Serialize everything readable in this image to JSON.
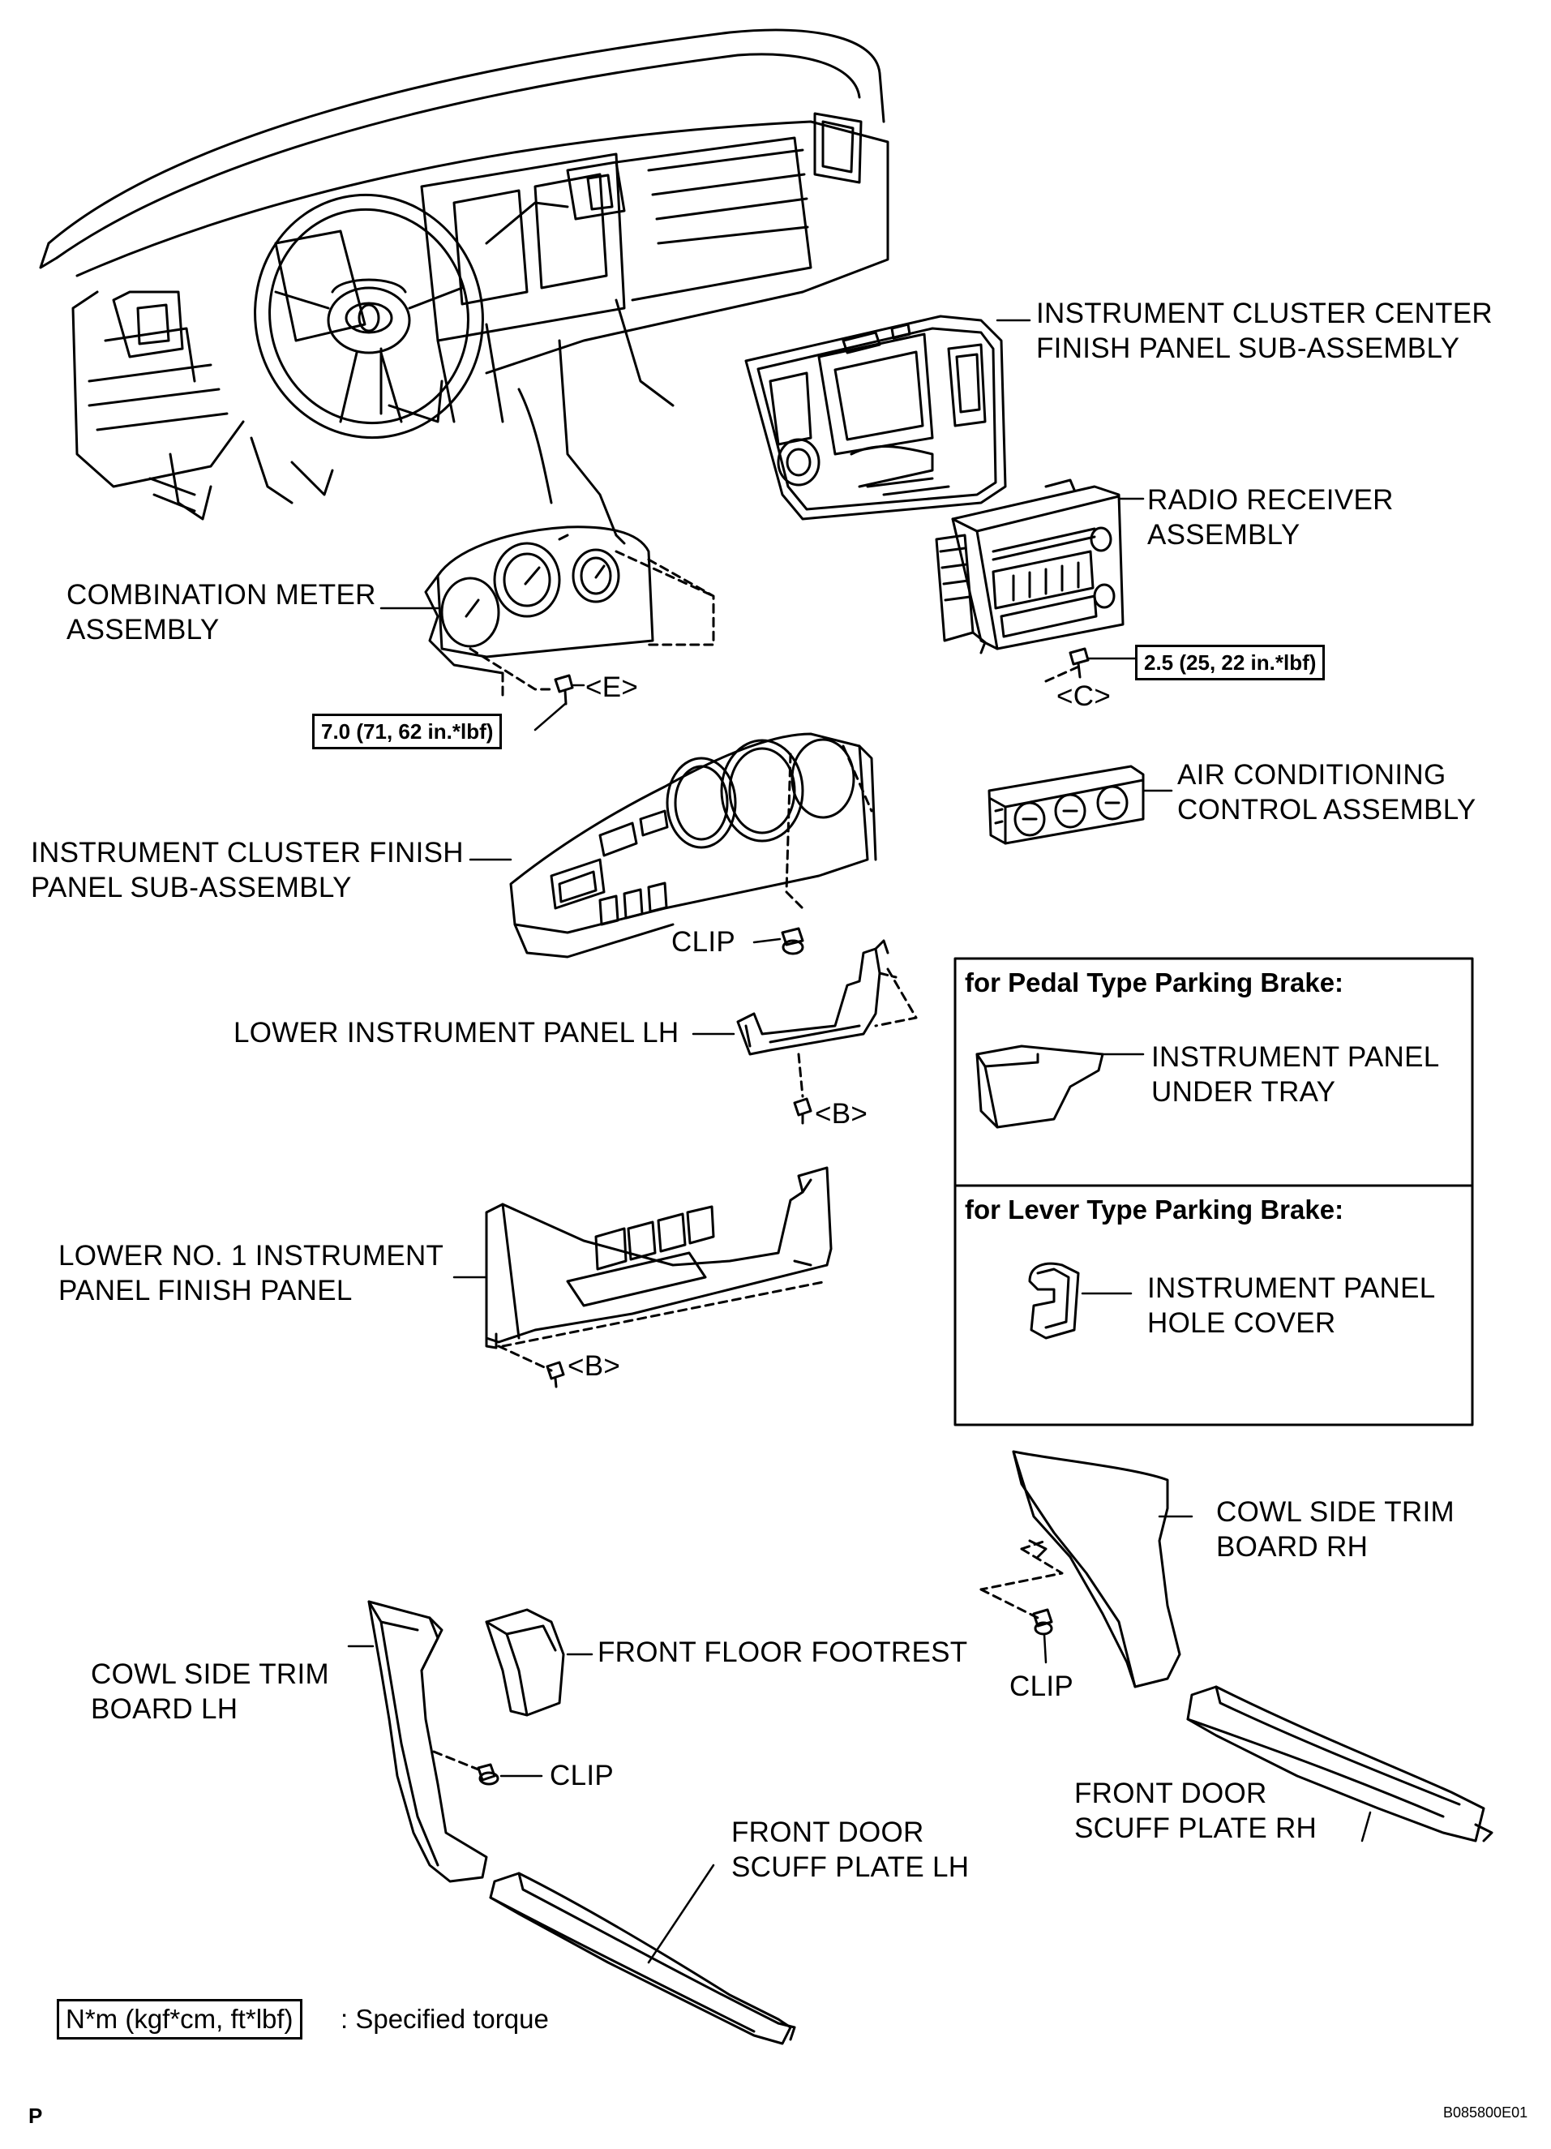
{
  "labels": {
    "cluster_center": "INSTRUMENT CLUSTER CENTER\nFINISH PANEL SUB-ASSEMBLY",
    "radio": "RADIO RECEIVER\nASSEMBLY",
    "combination_meter": "COMBINATION METER\nASSEMBLY",
    "air_conditioning": "AIR CONDITIONING\nCONTROL ASSEMBLY",
    "cluster_finish": "INSTRUMENT CLUSTER FINISH\nPANEL SUB-ASSEMBLY",
    "clip_1": "CLIP",
    "lower_panel_lh": "LOWER INSTRUMENT PANEL LH",
    "lower_no1": "LOWER NO. 1 INSTRUMENT\nPANEL FINISH PANEL",
    "under_tray": "INSTRUMENT PANEL\nUNDER TRAY",
    "hole_cover": "INSTRUMENT PANEL\nHOLE COVER",
    "cowl_rh": "COWL SIDE TRIM\nBOARD RH",
    "clip_rh": "CLIP",
    "footrest": "FRONT FLOOR FOOTREST",
    "cowl_lh": "COWL SIDE TRIM\nBOARD LH",
    "clip_lh": "CLIP",
    "scuff_rh": "FRONT DOOR\nSCUFF PLATE RH",
    "scuff_lh": "FRONT DOOR\nSCUFF PLATE LH"
  },
  "fasteners": {
    "e": "<E>",
    "c": "<C>",
    "b1": "<B>",
    "b2": "<B>"
  },
  "torques": {
    "meter": "7.0 (71, 62 in.*lbf)",
    "radio": "2.5 (25, 22 in.*lbf)"
  },
  "inset": {
    "pedal_heading": "for Pedal Type Parking Brake:",
    "lever_heading": "for Lever Type Parking Brake:"
  },
  "legend": {
    "unit": "N*m (kgf*cm, ft*lbf)",
    "meaning": ": Specified torque"
  },
  "footer": {
    "page_letter": "P",
    "figure_code": "B085800E01"
  }
}
